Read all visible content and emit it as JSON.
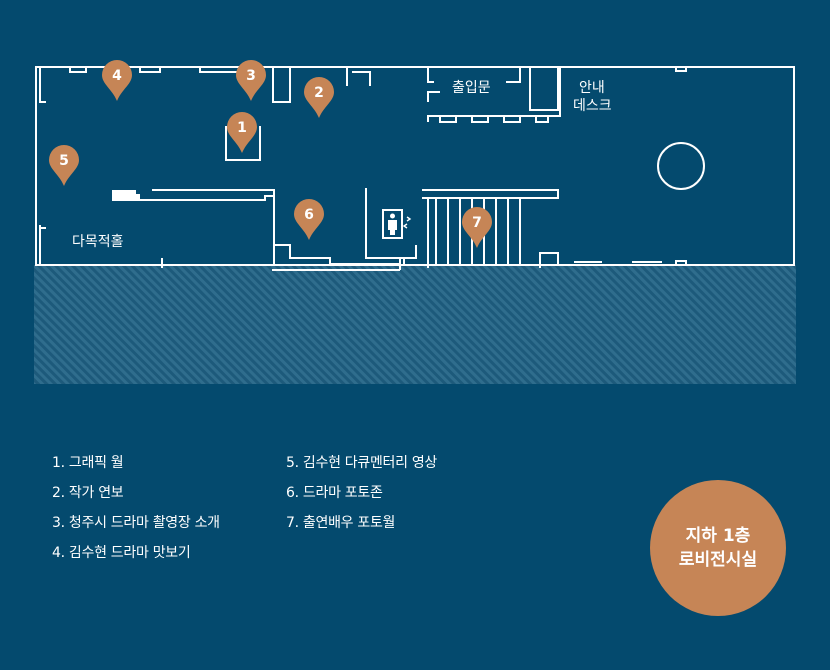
{
  "colors": {
    "background": "#044a6e",
    "walls": "#ffffff",
    "marker": "#c68556",
    "hatch_light": "#2f6d8d",
    "hatch_dark": "#1d5a7b"
  },
  "rooms": {
    "entrance": "출입문",
    "info_desk_line1": "안내",
    "info_desk_line2": "데스크",
    "hall": "다목적홀"
  },
  "icons": {
    "restroom": "restroom-icon",
    "marker": "map-pin-icon"
  },
  "markers": [
    "1",
    "2",
    "3",
    "4",
    "5",
    "6",
    "7"
  ],
  "legend": {
    "col1": [
      "1. 그래픽 월",
      "2. 작가 연보",
      "3. 청주시 드라마 촬영장 소개",
      "4. 김수현 드라마 맛보기"
    ],
    "col2": [
      "5. 김수현 다큐멘터리 영상",
      "6. 드라마 포토존",
      "7. 출연배우 포토월"
    ]
  },
  "badge": {
    "line1": "지하 1층",
    "line2": "로비전시실"
  }
}
